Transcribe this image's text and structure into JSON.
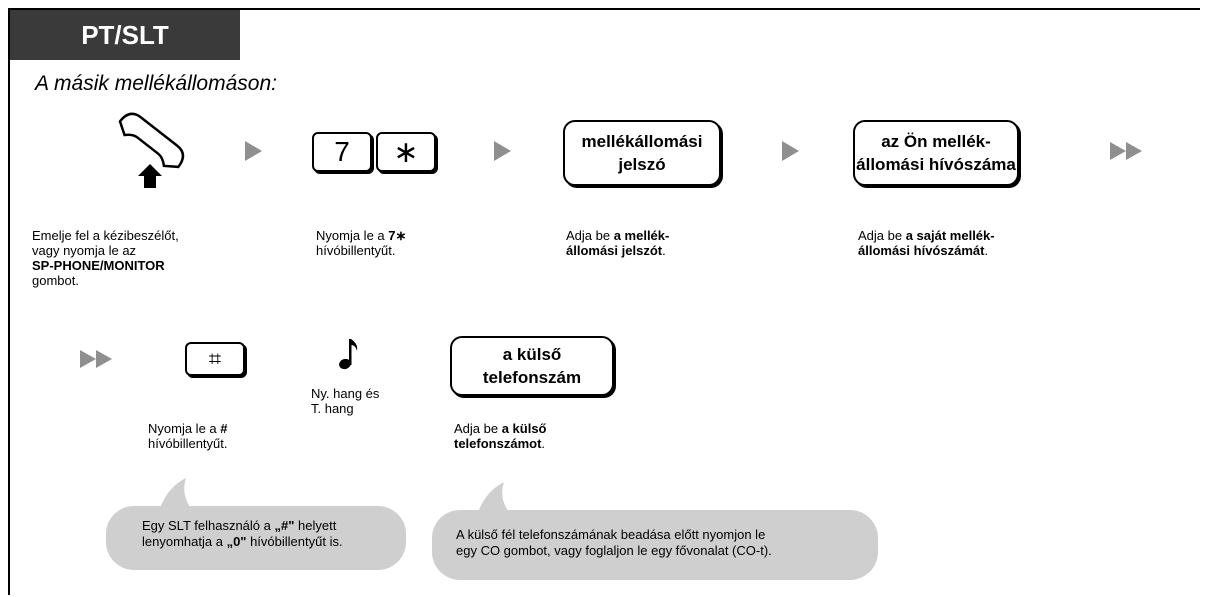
{
  "header": {
    "tab_label": "PT/SLT",
    "subtitle": "A másik mellékállomáson:"
  },
  "steps": {
    "offhook": {
      "caption_1": "Emelje fel a kézibeszélőt,",
      "caption_2": "vagy nyomja le az",
      "caption_3": "SP-PHONE/MONITOR",
      "caption_4": "gombot."
    },
    "dial_code": {
      "key_1": "7",
      "key_2": "∗",
      "caption_1": "Nyomja le a ",
      "caption_bold": "7∗",
      "caption_2": "hívóbillentyűt."
    },
    "password": {
      "box_line_1": "mellékállomási",
      "box_line_2": "jelszó",
      "caption_1": "Adja be ",
      "caption_bold_1": "a mellék-",
      "caption_bold_2": "állomási jelszót",
      "caption_end": "."
    },
    "own_number": {
      "box_line_1": "az Ön mellék-",
      "box_line_2": "állomási hívószáma",
      "caption_1": "Adja be ",
      "caption_bold_1": "a saját mellék-",
      "caption_bold_2": "állomási hívószámát",
      "caption_end": "."
    },
    "hash": {
      "key": "⌗",
      "caption_1": "Nyomja le a ",
      "caption_bold": "#",
      "caption_2": "hívóbillentyűt."
    },
    "tone": {
      "icon": "music-note-icon",
      "caption_1": "Ny. hang és",
      "caption_2": "T. hang"
    },
    "external": {
      "box_line_1": "a külső",
      "box_line_2": "telefonszám",
      "caption_1": "Adja be ",
      "caption_bold_1": "a külső",
      "caption_bold_2": "telefonszámot",
      "caption_end": "."
    }
  },
  "notes": {
    "slt": {
      "line_1a": "Egy SLT felhasználó a ",
      "line_1b": "„#\"",
      "line_1c": " helyett",
      "line_2a": "lenyomhatja a ",
      "line_2b": "„0\"",
      "line_2c": " hívóbillentyűt is."
    },
    "co": {
      "line_1": "A külső fél telefonszámának beadása előtt nyomjon le",
      "line_2": "egy CO gombot, vagy foglaljon le egy fővonalat (CO-t)."
    }
  },
  "colors": {
    "tab_bg": "#3a3a3a",
    "arrow": "#8f8f8f",
    "bubble": "#cfcfcf"
  }
}
